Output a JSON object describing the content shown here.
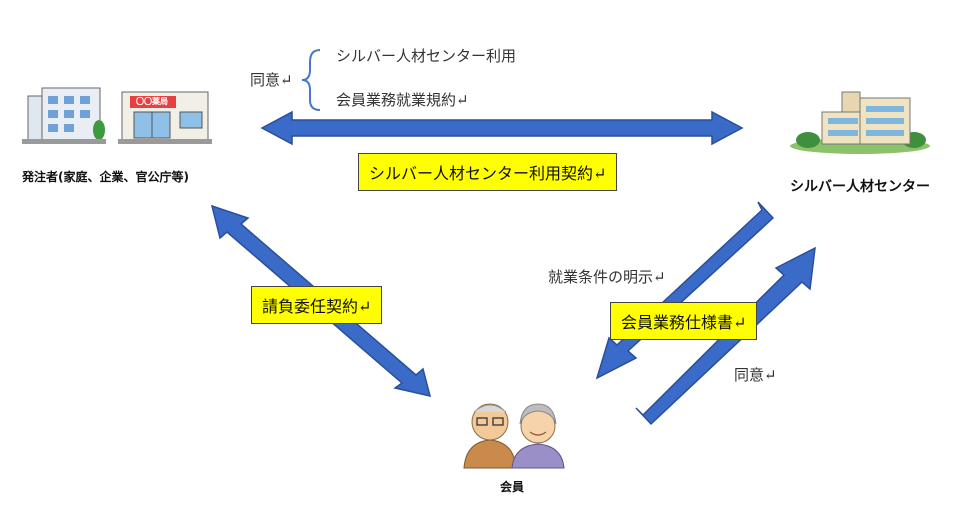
{
  "agreement_label": "同意↵",
  "brace_items": [
    "シルバー人材センター利用",
    "会員業務就業規約↵"
  ],
  "client_label": "発注者(家庭、企業、官公庁等)",
  "client_shop_sign": "〇〇薬局",
  "center_label": "シルバー人材センター",
  "member_label": "会員",
  "contracts": {
    "usage": "シルバー人材センター利用契約↵",
    "outsourcing": "請負委任契約↵",
    "spec": "会員業務仕様書↵"
  },
  "work_conditions": "就業条件の明示↵",
  "agreement_bottom": "同意↵",
  "colors": {
    "arrow": "#3b6bc8",
    "arrow_edge": "#2a4f99",
    "label_bg": "#ffff00",
    "brace": "#4a78c8"
  }
}
